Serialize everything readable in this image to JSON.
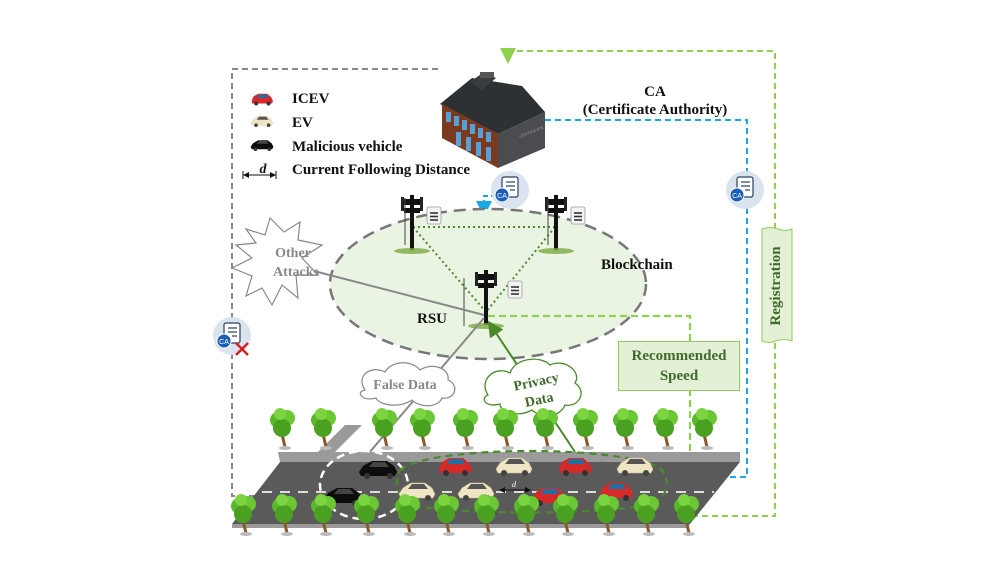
{
  "legend": {
    "items": [
      {
        "icon": "red-car-icon",
        "label": "ICEV"
      },
      {
        "icon": "beige-car-icon",
        "label": "EV"
      },
      {
        "icon": "black-car-icon",
        "label": "Malicious vehicle"
      },
      {
        "icon": "distance-arrow-icon",
        "symbol": "d",
        "label": "Current Following Distance"
      }
    ]
  },
  "ca": {
    "title": "CA",
    "subtitle": "(Certificate Authority)",
    "badge": "CA"
  },
  "labels": {
    "blockchain": "Blockchain",
    "rsu": "RSU",
    "other_attacks_line1": "Other",
    "other_attacks_line2": "Attacks",
    "false_data": "False Data",
    "privacy_line1": "Privacy",
    "privacy_line2": "Data",
    "recommended_line1": "Recommended",
    "recommended_line2": "Speed",
    "registration": "Registration",
    "distance_symbol": "d"
  },
  "colors": {
    "gray_dash": "#808080",
    "green_dash": "#8fd14f",
    "dark_green": "#4a8a2a",
    "blue_dash": "#1aa7e8",
    "blockchain_fill": "#eaf4e2",
    "road": "#5a5a5a",
    "road_edge": "#9a9a9a",
    "icev": "#d62a2a",
    "ev": "#efe4c4",
    "malicious": "#111111",
    "red_x": "#d0201f"
  }
}
